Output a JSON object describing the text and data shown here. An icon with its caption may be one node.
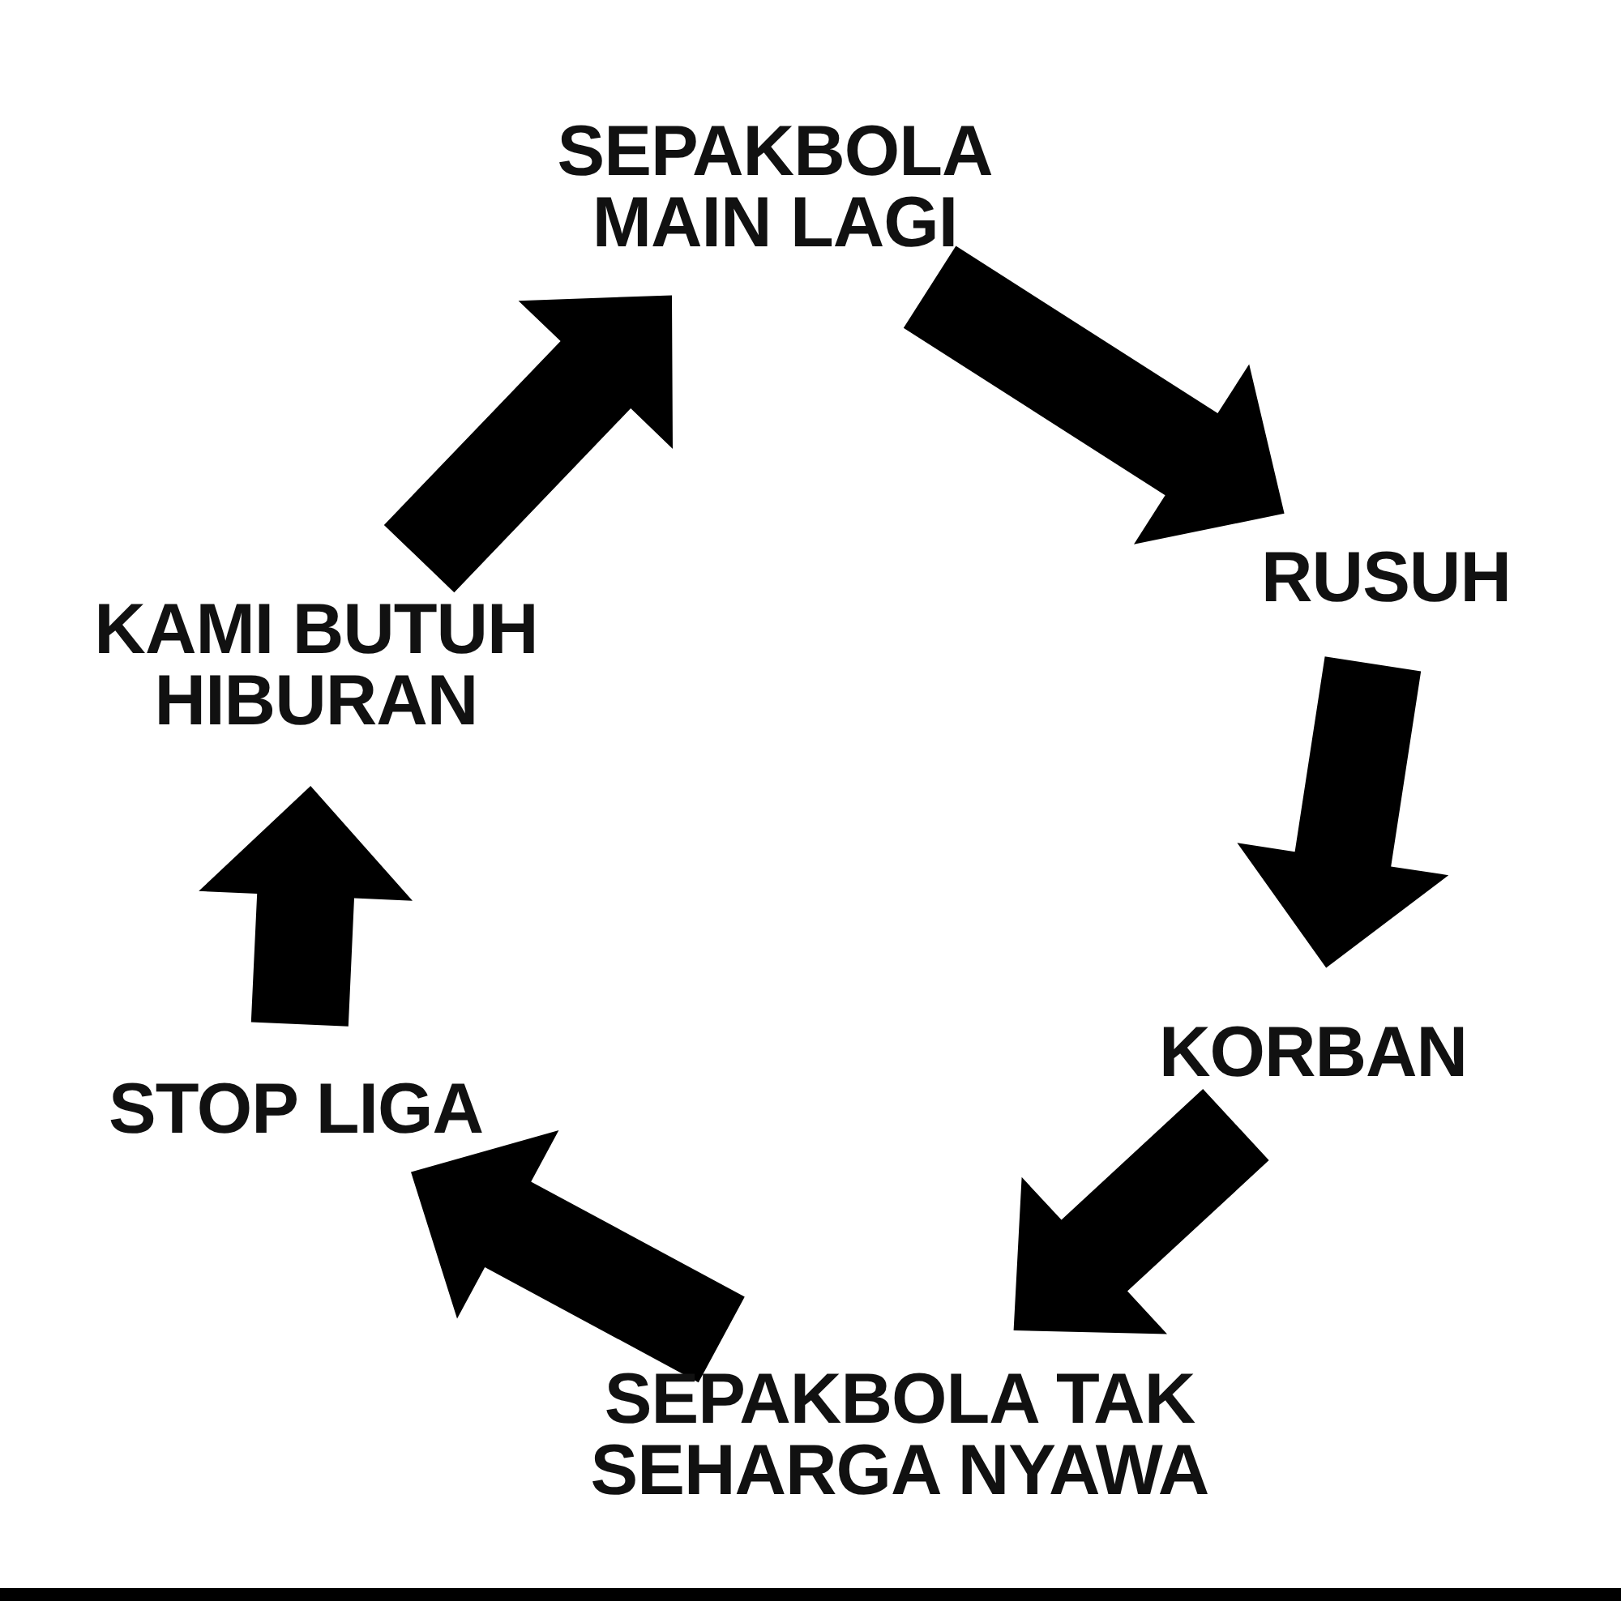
{
  "diagram": {
    "nodes": [
      {
        "text": [
          "SEPAKBOLA MAIN LAGI"
        ]
      },
      {
        "text": [
          "RUSUH"
        ]
      },
      {
        "text": [
          "KORBAN"
        ]
      },
      {
        "text": [
          "SEPAKBOLA TAK SEHARGA NYAWA"
        ]
      },
      {
        "text": [
          "STOP LIGA"
        ]
      },
      {
        "text": [
          "KAMI BUTUH HIBURAN"
        ]
      }
    ],
    "edges": [
      {
        "from": 0,
        "to": 1,
        "arrow": "to"
      },
      {
        "from": 1,
        "to": 2,
        "arrow": "to"
      },
      {
        "from": 2,
        "to": 3,
        "arrow": "to"
      },
      {
        "from": 3,
        "to": 4,
        "arrow": "to"
      },
      {
        "from": 4,
        "to": 5,
        "arrow": "to"
      },
      {
        "from": 5,
        "to": 0,
        "arrow": "to"
      }
    ]
  }
}
